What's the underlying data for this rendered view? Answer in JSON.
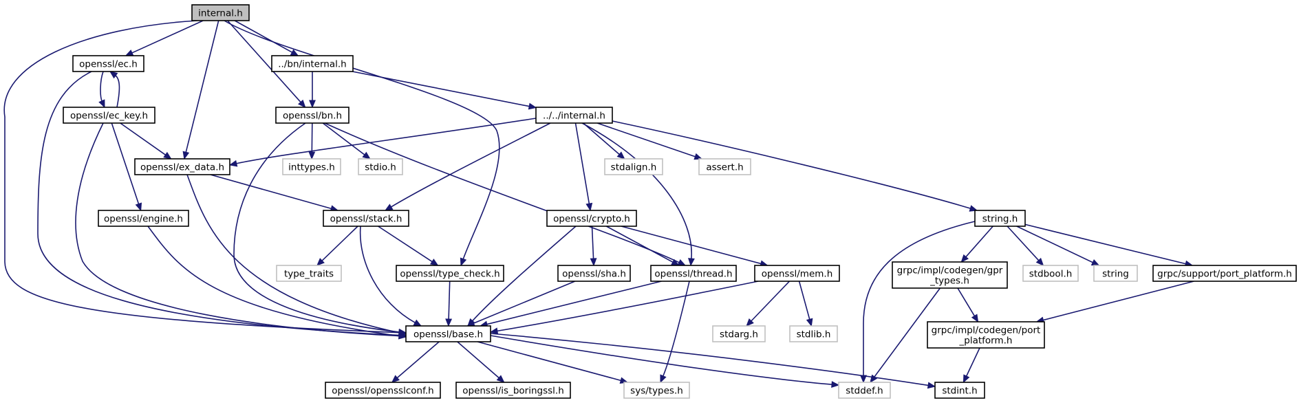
{
  "colors": {
    "edge": "#191970",
    "root_fill": "#bfbfbf",
    "node_stroke": "#000000",
    "missing_stroke": "#bfbfbf",
    "background": "#ffffff"
  },
  "nodes": [
    {
      "id": "internal_h",
      "lines": [
        "internal.h"
      ],
      "kind": "root"
    },
    {
      "id": "openssl_ec_h",
      "lines": [
        "openssl/ec.h"
      ],
      "kind": "normal"
    },
    {
      "id": "bn_internal_h",
      "lines": [
        "../bn/internal.h"
      ],
      "kind": "normal"
    },
    {
      "id": "openssl_ec_key_h",
      "lines": [
        "openssl/ec_key.h"
      ],
      "kind": "normal"
    },
    {
      "id": "openssl_bn_h",
      "lines": [
        "openssl/bn.h"
      ],
      "kind": "normal"
    },
    {
      "id": "up_internal_h",
      "lines": [
        "../../internal.h"
      ],
      "kind": "normal"
    },
    {
      "id": "openssl_ex_data_h",
      "lines": [
        "openssl/ex_data.h"
      ],
      "kind": "normal"
    },
    {
      "id": "inttypes_h",
      "lines": [
        "inttypes.h"
      ],
      "kind": "missing"
    },
    {
      "id": "stdio_h",
      "lines": [
        "stdio.h"
      ],
      "kind": "missing"
    },
    {
      "id": "stdalign_h",
      "lines": [
        "stdalign.h"
      ],
      "kind": "missing"
    },
    {
      "id": "assert_h",
      "lines": [
        "assert.h"
      ],
      "kind": "missing"
    },
    {
      "id": "openssl_engine_h",
      "lines": [
        "openssl/engine.h"
      ],
      "kind": "normal"
    },
    {
      "id": "openssl_stack_h",
      "lines": [
        "openssl/stack.h"
      ],
      "kind": "normal"
    },
    {
      "id": "openssl_crypto_h",
      "lines": [
        "openssl/crypto.h"
      ],
      "kind": "normal"
    },
    {
      "id": "string_h",
      "lines": [
        "string.h"
      ],
      "kind": "normal"
    },
    {
      "id": "type_traits",
      "lines": [
        "type_traits"
      ],
      "kind": "missing"
    },
    {
      "id": "openssl_type_check_h",
      "lines": [
        "openssl/type_check.h"
      ],
      "kind": "normal"
    },
    {
      "id": "openssl_sha_h",
      "lines": [
        "openssl/sha.h"
      ],
      "kind": "normal"
    },
    {
      "id": "openssl_thread_h",
      "lines": [
        "openssl/thread.h"
      ],
      "kind": "normal"
    },
    {
      "id": "openssl_mem_h",
      "lines": [
        "openssl/mem.h"
      ],
      "kind": "normal"
    },
    {
      "id": "grpc_gpr_types_h",
      "lines": [
        "grpc/impl/codegen/gpr",
        "_types.h"
      ],
      "kind": "normal"
    },
    {
      "id": "stdbool_h",
      "lines": [
        "stdbool.h"
      ],
      "kind": "missing"
    },
    {
      "id": "string",
      "lines": [
        "string"
      ],
      "kind": "missing"
    },
    {
      "id": "grpc_support_port_platform_h",
      "lines": [
        "grpc/support/port_platform.h"
      ],
      "kind": "normal"
    },
    {
      "id": "openssl_base_h",
      "lines": [
        "openssl/base.h"
      ],
      "kind": "normal"
    },
    {
      "id": "stdarg_h",
      "lines": [
        "stdarg.h"
      ],
      "kind": "missing"
    },
    {
      "id": "stdlib_h",
      "lines": [
        "stdlib.h"
      ],
      "kind": "missing"
    },
    {
      "id": "grpc_codegen_port_platform_h",
      "lines": [
        "grpc/impl/codegen/port",
        "_platform.h"
      ],
      "kind": "normal"
    },
    {
      "id": "openssl_opensslconf_h",
      "lines": [
        "openssl/opensslconf.h"
      ],
      "kind": "normal"
    },
    {
      "id": "openssl_is_boringssl_h",
      "lines": [
        "openssl/is_boringssl.h"
      ],
      "kind": "normal"
    },
    {
      "id": "sys_types_h",
      "lines": [
        "sys/types.h"
      ],
      "kind": "missing"
    },
    {
      "id": "stddef_h",
      "lines": [
        "stddef.h"
      ],
      "kind": "missing"
    },
    {
      "id": "stdint_h",
      "lines": [
        "stdint.h"
      ],
      "kind": "normal"
    }
  ],
  "edges": [
    [
      "internal_h",
      "openssl_ec_h"
    ],
    [
      "internal_h",
      "bn_internal_h"
    ],
    [
      "internal_h",
      "openssl_bn_h"
    ],
    [
      "internal_h",
      "openssl_ex_data_h"
    ],
    [
      "internal_h",
      "openssl_type_check_h"
    ],
    [
      "internal_h",
      "openssl_base_h"
    ],
    [
      "openssl_ec_h",
      "openssl_ec_key_h"
    ],
    [
      "openssl_ec_key_h",
      "openssl_ec_h"
    ],
    [
      "openssl_ec_h",
      "openssl_base_h"
    ],
    [
      "bn_internal_h",
      "openssl_bn_h"
    ],
    [
      "bn_internal_h",
      "up_internal_h"
    ],
    [
      "openssl_ec_key_h",
      "openssl_ex_data_h"
    ],
    [
      "openssl_ec_key_h",
      "openssl_engine_h"
    ],
    [
      "openssl_ec_key_h",
      "openssl_base_h"
    ],
    [
      "openssl_bn_h",
      "inttypes_h"
    ],
    [
      "openssl_bn_h",
      "stdio_h"
    ],
    [
      "openssl_bn_h",
      "openssl_thread_h"
    ],
    [
      "openssl_bn_h",
      "openssl_base_h"
    ],
    [
      "up_internal_h",
      "openssl_ex_data_h"
    ],
    [
      "up_internal_h",
      "openssl_stack_h"
    ],
    [
      "up_internal_h",
      "openssl_crypto_h"
    ],
    [
      "up_internal_h",
      "stdalign_h"
    ],
    [
      "up_internal_h",
      "openssl_thread_h"
    ],
    [
      "up_internal_h",
      "assert_h"
    ],
    [
      "up_internal_h",
      "string_h"
    ],
    [
      "openssl_ex_data_h",
      "openssl_stack_h"
    ],
    [
      "openssl_ex_data_h",
      "openssl_base_h"
    ],
    [
      "openssl_engine_h",
      "openssl_base_h"
    ],
    [
      "openssl_stack_h",
      "type_traits"
    ],
    [
      "openssl_stack_h",
      "openssl_type_check_h"
    ],
    [
      "openssl_stack_h",
      "openssl_base_h"
    ],
    [
      "openssl_crypto_h",
      "openssl_sha_h"
    ],
    [
      "openssl_crypto_h",
      "openssl_thread_h"
    ],
    [
      "openssl_crypto_h",
      "openssl_mem_h"
    ],
    [
      "openssl_crypto_h",
      "openssl_base_h"
    ],
    [
      "string_h",
      "grpc_gpr_types_h"
    ],
    [
      "string_h",
      "stdbool_h"
    ],
    [
      "string_h",
      "string"
    ],
    [
      "string_h",
      "grpc_support_port_platform_h"
    ],
    [
      "string_h",
      "stddef_h"
    ],
    [
      "openssl_type_check_h",
      "openssl_base_h"
    ],
    [
      "openssl_sha_h",
      "openssl_base_h"
    ],
    [
      "openssl_thread_h",
      "openssl_base_h"
    ],
    [
      "openssl_thread_h",
      "sys_types_h"
    ],
    [
      "openssl_mem_h",
      "openssl_base_h"
    ],
    [
      "openssl_mem_h",
      "stdarg_h"
    ],
    [
      "openssl_mem_h",
      "stdlib_h"
    ],
    [
      "grpc_gpr_types_h",
      "grpc_codegen_port_platform_h"
    ],
    [
      "grpc_gpr_types_h",
      "stddef_h"
    ],
    [
      "grpc_support_port_platform_h",
      "grpc_codegen_port_platform_h"
    ],
    [
      "grpc_codegen_port_platform_h",
      "stdint_h"
    ],
    [
      "openssl_base_h",
      "openssl_opensslconf_h"
    ],
    [
      "openssl_base_h",
      "openssl_is_boringssl_h"
    ],
    [
      "openssl_base_h",
      "sys_types_h"
    ],
    [
      "openssl_base_h",
      "stddef_h"
    ],
    [
      "openssl_base_h",
      "stdint_h"
    ]
  ]
}
